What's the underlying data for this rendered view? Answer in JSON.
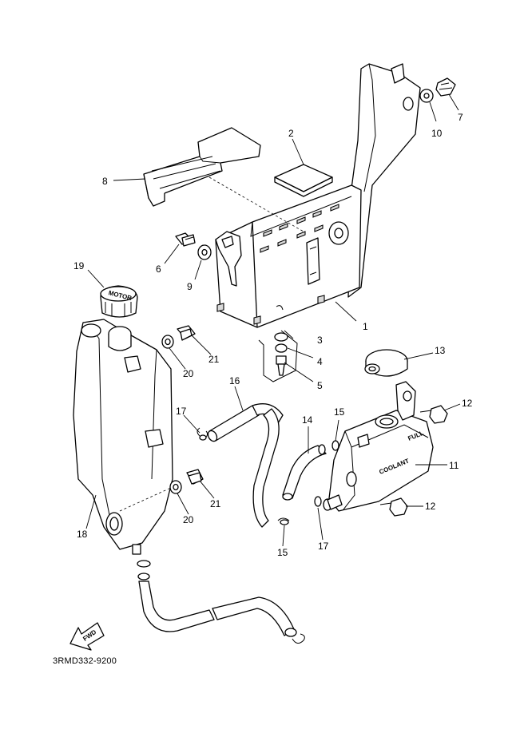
{
  "callouts": [
    {
      "id": "1",
      "label": "1"
    },
    {
      "id": "2",
      "label": "2"
    },
    {
      "id": "3",
      "label": "3"
    },
    {
      "id": "4",
      "label": "4"
    },
    {
      "id": "5",
      "label": "5"
    },
    {
      "id": "6",
      "label": "6"
    },
    {
      "id": "7",
      "label": "7"
    },
    {
      "id": "8",
      "label": "8"
    },
    {
      "id": "9",
      "label": "9"
    },
    {
      "id": "10",
      "label": "10"
    },
    {
      "id": "11",
      "label": "11"
    },
    {
      "id": "12a",
      "label": "12"
    },
    {
      "id": "12b",
      "label": "12"
    },
    {
      "id": "13",
      "label": "13"
    },
    {
      "id": "14",
      "label": "14"
    },
    {
      "id": "15a",
      "label": "15"
    },
    {
      "id": "15b",
      "label": "15"
    },
    {
      "id": "16",
      "label": "16"
    },
    {
      "id": "17a",
      "label": "17"
    },
    {
      "id": "17b",
      "label": "17"
    },
    {
      "id": "18",
      "label": "18"
    },
    {
      "id": "19",
      "label": "19"
    },
    {
      "id": "20a",
      "label": "20"
    },
    {
      "id": "20b",
      "label": "20"
    },
    {
      "id": "21a",
      "label": "21"
    },
    {
      "id": "21b",
      "label": "21"
    }
  ],
  "part_markings": {
    "cap": "MOTOR",
    "tank_full": "FULL",
    "tank_coolant": "COOLANT",
    "fwd_arrow": "FWD"
  },
  "diagram_code": "3RMD332-9200"
}
